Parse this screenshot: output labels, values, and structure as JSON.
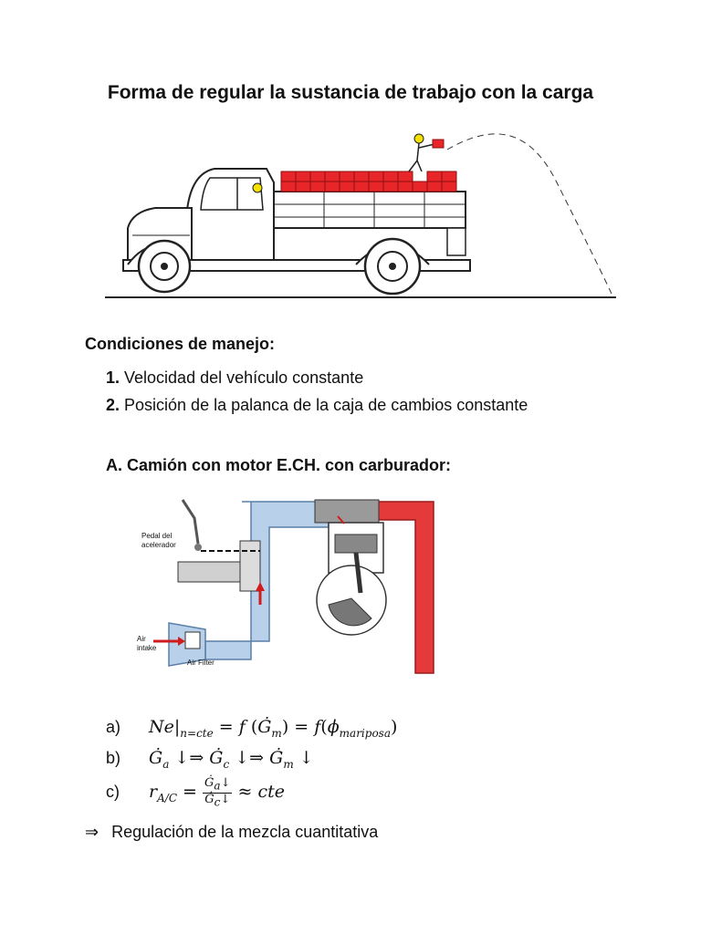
{
  "title": "Forma de regular la sustancia de trabajo con la carga",
  "section": {
    "heading": "Condiciones de manejo:",
    "conditions": [
      {
        "num": "1.",
        "text": " Velocidad del vehículo constante"
      },
      {
        "num": "2.",
        "text": " Posición de la palanca de la caja de cambios constante"
      }
    ]
  },
  "subsection": {
    "heading": "A. Camión con motor E.CH. con carburador:"
  },
  "engine_diagram": {
    "pedal_label_1": "Pedal del",
    "pedal_label_2": "acelerador",
    "air_label_1": "Air",
    "air_label_2": "intake",
    "filter_label": "Air Filter"
  },
  "equations": {
    "a_label": "a)",
    "b_label": "b)",
    "c_label": "c)"
  },
  "conclusion": {
    "arrow": "⇒",
    "text": "Regulación de la mezcla cuantitativa"
  },
  "colors": {
    "cargo_red": "#e8262a",
    "intake_blue": "#b8d0ea",
    "exhaust_red": "#e53a3a"
  }
}
